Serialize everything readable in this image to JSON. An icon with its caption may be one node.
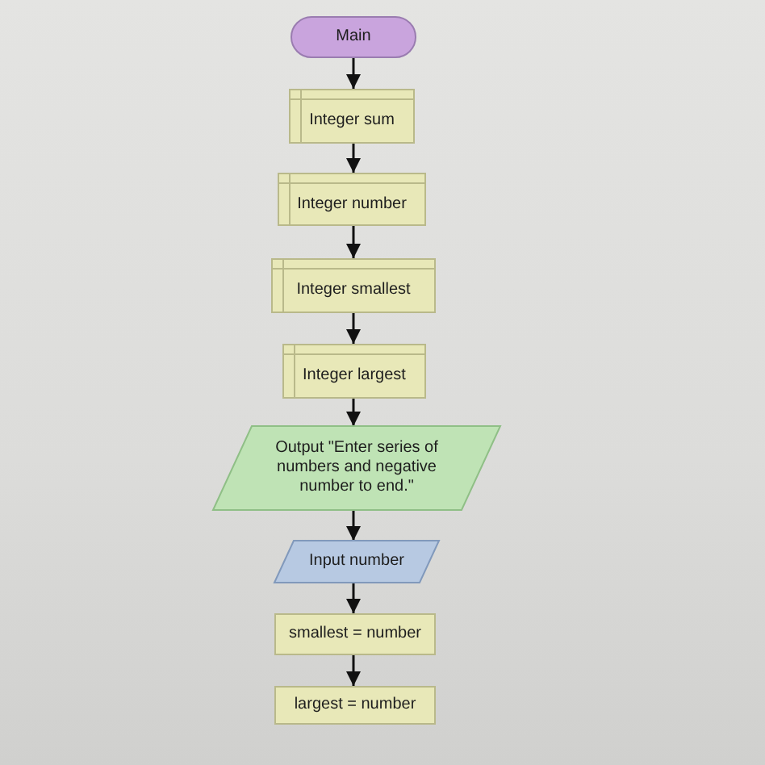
{
  "diagram": {
    "nodes": [
      {
        "text": [
          "Main"
        ]
      },
      {
        "text": [
          "Integer sum"
        ]
      },
      {
        "text": [
          "Integer number"
        ]
      },
      {
        "text": [
          "Integer smallest"
        ]
      },
      {
        "text": [
          "Integer largest"
        ]
      },
      {
        "text": [
          "Output \"Enter series of numbers and negative number to end.\""
        ]
      },
      {
        "text": [
          "Input number"
        ]
      },
      {
        "text": [
          "smallest = number"
        ]
      },
      {
        "text": [
          "largest = number"
        ]
      }
    ],
    "edges": [
      {
        "from": 0,
        "to": 1,
        "arrow": "to"
      },
      {
        "from": 1,
        "to": 2,
        "arrow": "to"
      },
      {
        "from": 2,
        "to": 3,
        "arrow": "to"
      },
      {
        "from": 3,
        "to": 4,
        "arrow": "to"
      },
      {
        "from": 4,
        "to": 5,
        "arrow": "to"
      },
      {
        "from": 5,
        "to": 6,
        "arrow": "to"
      },
      {
        "from": 6,
        "to": 7,
        "arrow": "to"
      },
      {
        "from": 7,
        "to": 8,
        "arrow": "to"
      }
    ]
  }
}
